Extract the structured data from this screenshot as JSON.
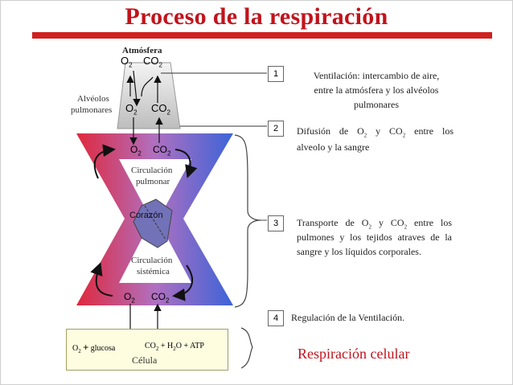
{
  "title": "Proceso de la respiración",
  "atmosphere": {
    "label": "Atmósfera",
    "o2": "O",
    "o2_sub": "2",
    "co2": "CO",
    "co2_sub": "2"
  },
  "alveoli": {
    "label_line1": "Alvéolos",
    "label_line2": "pulmonares",
    "o2": "O",
    "o2_sub": "2",
    "co2": "CO",
    "co2_sub": "2"
  },
  "circulation": {
    "top_o2": "O",
    "top_o2_sub": "2",
    "top_co2": "CO",
    "top_co2_sub": "2",
    "pulmonary_line1": "Circulación",
    "pulmonary_line2": "pulmonar",
    "heart": "Corazón",
    "systemic_line1": "Circulación",
    "systemic_line2": "sistémica",
    "bottom_o2": "O",
    "bottom_o2_sub": "2",
    "bottom_co2": "CO",
    "bottom_co2_sub": "2"
  },
  "cell": {
    "reactant_o2": "O",
    "reactant_o2_sub": "2",
    "plus": "+",
    "glucose": "glucosa",
    "product": "CO",
    "product_sub": "2",
    "product_rest": " + H",
    "product_h_sub": "2",
    "product_tail": "O + ATP",
    "label": "Célula"
  },
  "steps": [
    {
      "number": "1",
      "line1": "Ventilación: intercambio de aire,",
      "line2": "entre la atmósfera y los alvéolos",
      "line3": "pulmonares"
    },
    {
      "number": "2",
      "line1": "Difusión de O",
      "sub1": "2",
      "mid1": " y CO",
      "sub2": "2",
      "end1": " entre los",
      "line2": "alveolo y la sangre"
    },
    {
      "number": "3",
      "line1": "Transporte de O",
      "sub1": "2",
      "mid1": " y CO",
      "sub2": "2",
      "end1": " entre los",
      "line2": "pulmones y los tejidos  atraves de la",
      "line3": "sangre y los líquidos corporales."
    },
    {
      "number": "4",
      "line1": "Regulación de la Ventilación."
    }
  ],
  "cellular_respiration": "Respiración celular",
  "colors": {
    "title": "#c0141c",
    "arterial": "#e03040",
    "venous": "#4060d0",
    "heart": "#7070b8",
    "cellular_label": "#c0141c"
  }
}
